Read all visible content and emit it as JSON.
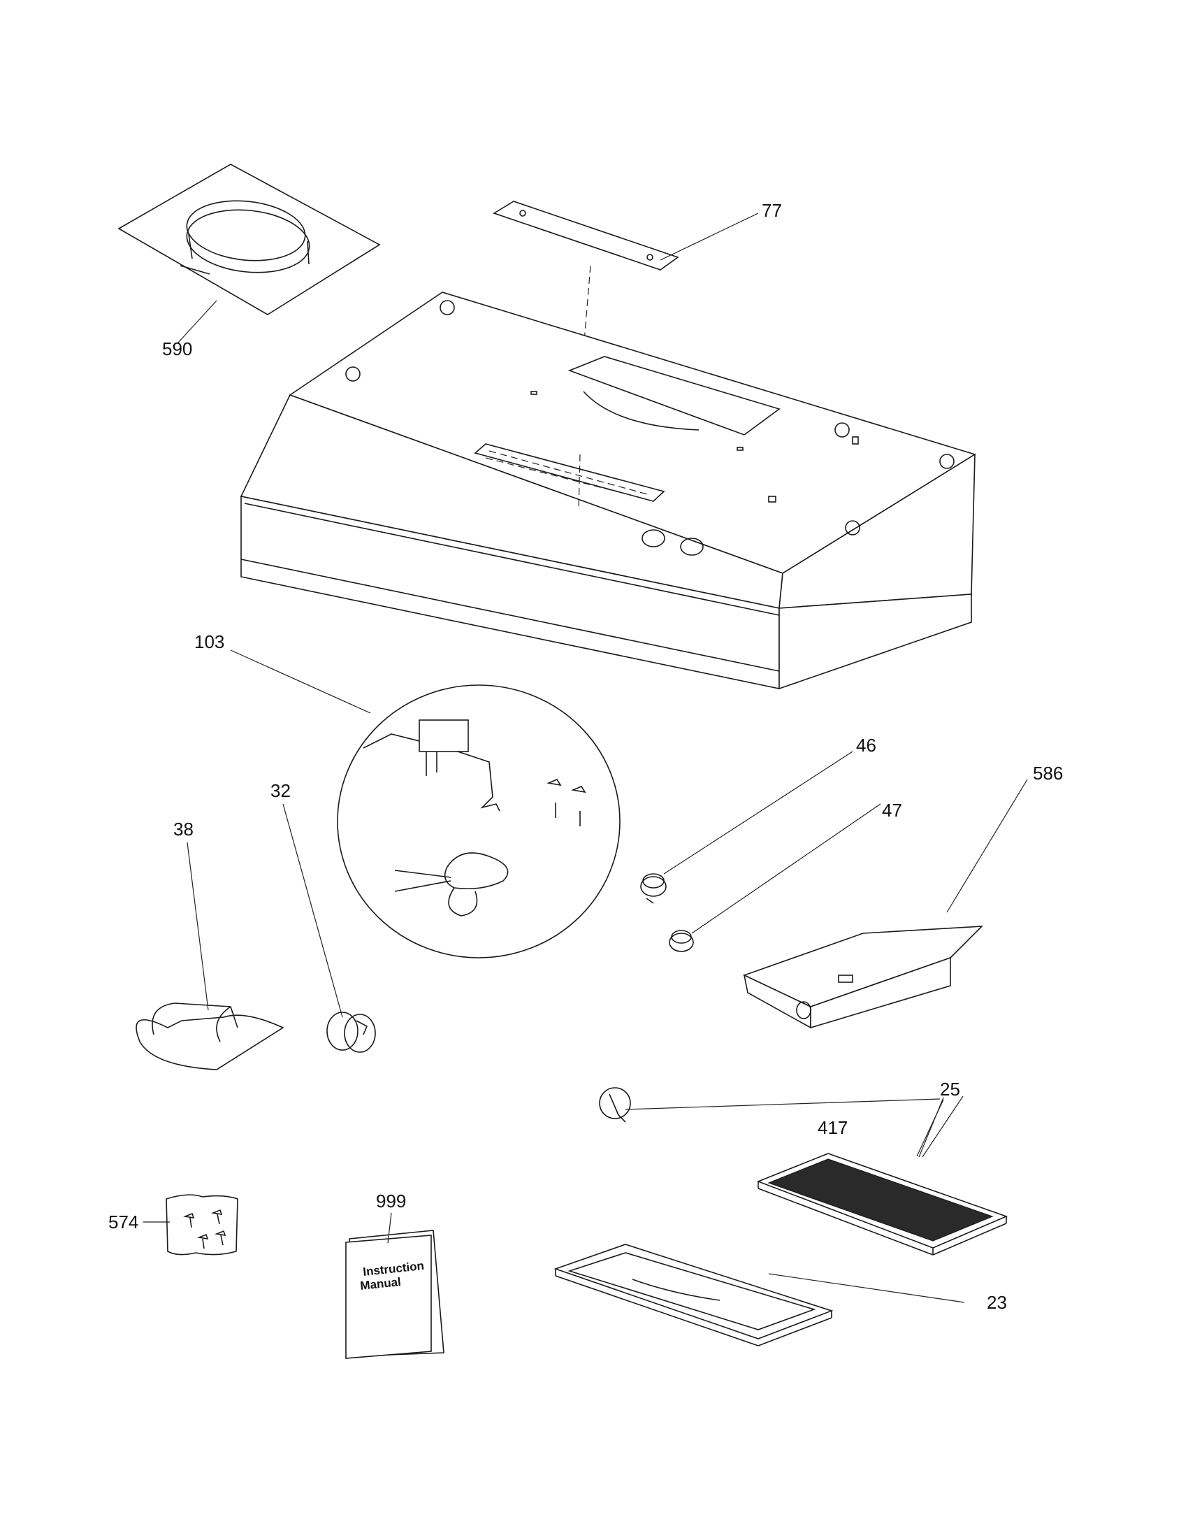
{
  "labels": {
    "p590": "590",
    "p77": "77",
    "p103": "103",
    "p46": "46",
    "p586": "586",
    "p32": "32",
    "p47": "47",
    "p38": "38",
    "p25": "25",
    "p417": "417",
    "p999": "999",
    "p574": "574",
    "p23": "23"
  },
  "manual": {
    "line1": "Instruction",
    "line2": "Manual"
  }
}
